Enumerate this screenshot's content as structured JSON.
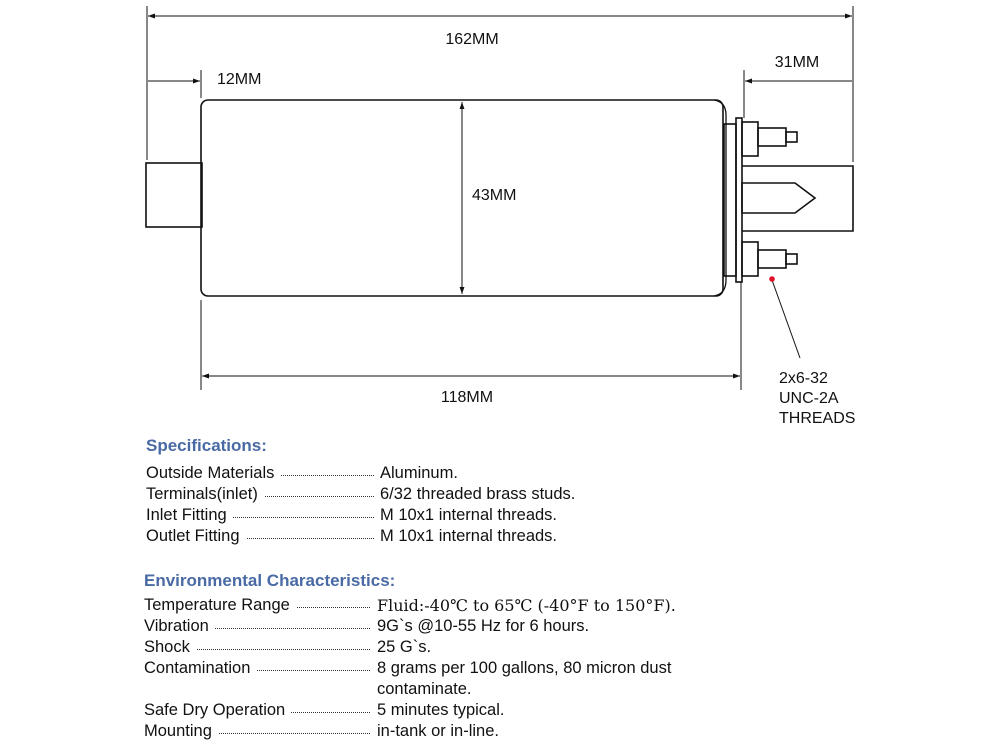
{
  "diagram": {
    "dim_total": "162MM",
    "dim_inlet": "12MM",
    "dim_outlet": "31MM",
    "dim_diameter": "43MM",
    "dim_body": "118MM",
    "thread_note": [
      "2x6-32",
      "UNC-2A",
      "THREADS"
    ],
    "colors": {
      "line": "#111111",
      "marker": "#e0102a"
    }
  },
  "specifications": {
    "title": "Specifications:",
    "rows": [
      {
        "label": "Outside Materials",
        "value": "Aluminum."
      },
      {
        "label": "Terminals(inlet)",
        "value": "6/32 threaded brass studs."
      },
      {
        "label": "Inlet Fitting",
        "value": "M 10x1 internal threads."
      },
      {
        "label": "Outlet Fitting",
        "value": "M 10x1 internal threads."
      }
    ]
  },
  "environmental": {
    "title": "Environmental Characteristics:",
    "rows": [
      {
        "label": "Temperature Range",
        "value": "Fluid:-40℃ to 65℃ (-40°F to 150°F)."
      },
      {
        "label": "Vibration",
        "value": "9G`s @10-55 Hz for 6 hours."
      },
      {
        "label": "Shock",
        "value": "25 G`s."
      },
      {
        "label": "Contamination",
        "value": "8 grams per 100 gallons, 80 micron dust contaminate."
      },
      {
        "label": "Safe Dry Operation",
        "value": "5 minutes typical."
      },
      {
        "label": "Mounting",
        "value": "in-tank or in-line."
      }
    ]
  }
}
